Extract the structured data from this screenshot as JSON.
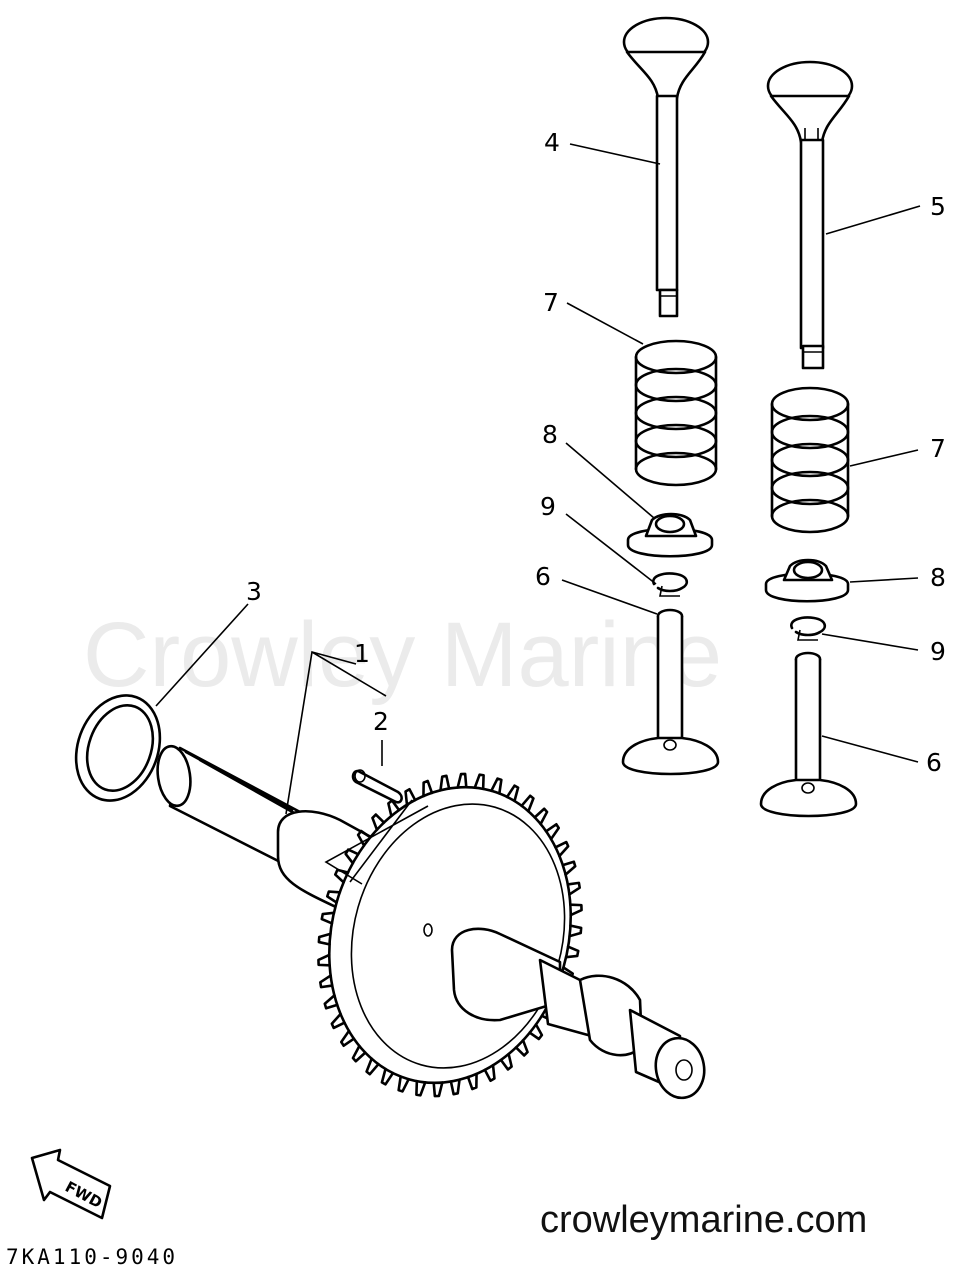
{
  "watermark": "Crowley Marine",
  "website": "crowleymarine.com",
  "diagram_code": "7KA110-9040",
  "direction_label": "FWD",
  "callouts": {
    "c1": "1",
    "c2": "2",
    "c3": "3",
    "c4": "4",
    "c5": "5",
    "c6a": "6",
    "c6b": "6",
    "c7a": "7",
    "c7b": "7",
    "c8a": "8",
    "c8b": "8",
    "c9a": "9",
    "c9b": "9"
  },
  "colors": {
    "ink": "#000000",
    "watermark": "#ebebeb",
    "paper": "#ffffff"
  }
}
